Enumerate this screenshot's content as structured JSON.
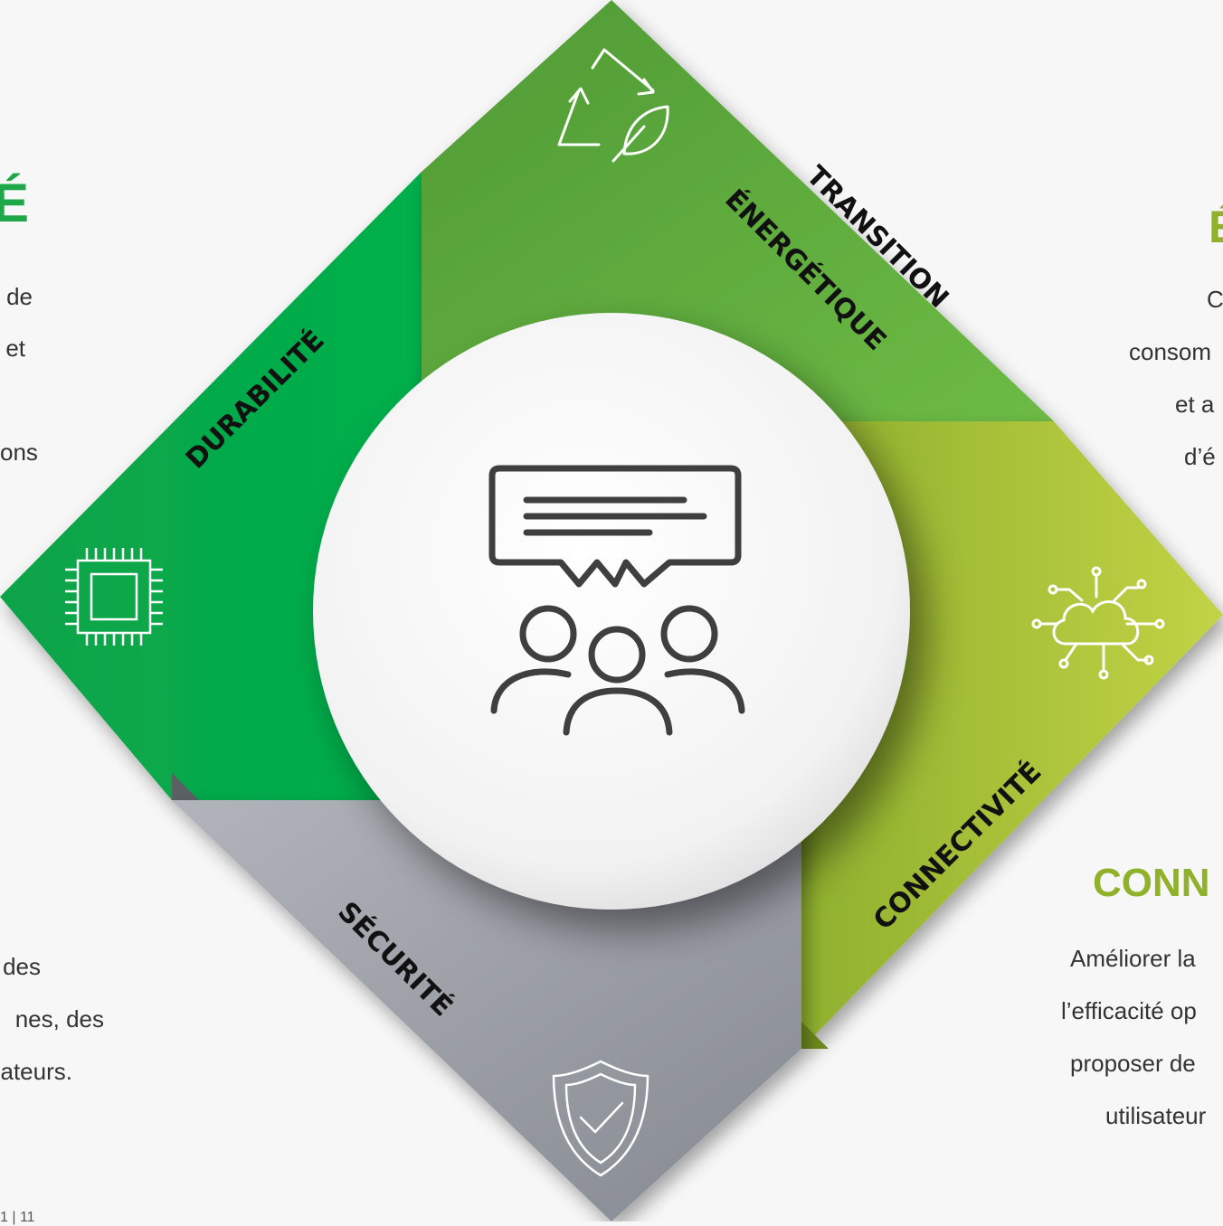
{
  "left_panel": {
    "heading_top_fragment": "É",
    "lines_top": [
      "de",
      "et",
      "ons"
    ],
    "lines_bottom": [
      "des",
      "nes, des",
      "ateurs."
    ]
  },
  "right_panel": {
    "heading_top_fragment": "É",
    "lines_top": [
      "C",
      "consom",
      "et a",
      "d’é"
    ],
    "heading_bottom": "CONN",
    "lines_bottom": [
      "Améliorer la",
      "l’efficacité op",
      "proposer de",
      "utilisateur"
    ]
  },
  "segments": {
    "transition_line1": "TRANSITION",
    "transition_line2": "ÉNERGÉTIQUE",
    "durabilite": "DURABILITÉ",
    "securite": "SÉCURITÉ",
    "connectivite": "CONNECTIVITÉ"
  },
  "colors": {
    "green_dark": "#08a548",
    "green_mid": "#5da83a",
    "green_light": "#b3c93a",
    "grey": "#9a9ea5",
    "heading_green": "#1fa84a",
    "heading_lime": "#8fb22a"
  },
  "icons": {
    "top": "recycle-leaf-icon",
    "left": "microchip-icon",
    "right": "cloud-network-icon",
    "bottom": "shield-check-icon",
    "center": "team-discussion-icon"
  },
  "page_number": "1 | 11"
}
